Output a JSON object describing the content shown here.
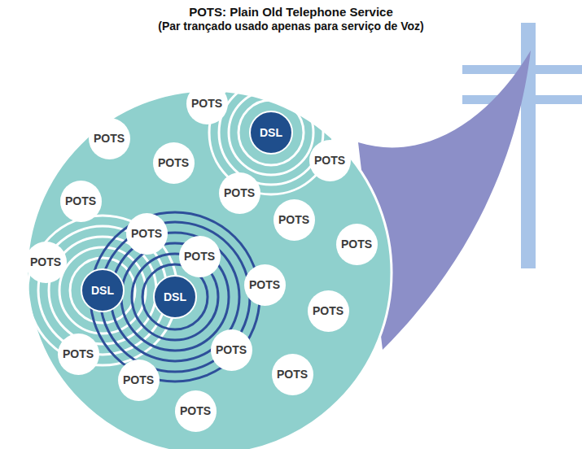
{
  "diagram": {
    "title": "POTS: Plain Old Telephone Service",
    "nodes": [
      {
        "text": [
          "POTS"
        ]
      },
      {
        "text": [
          "DSL"
        ]
      },
      {
        "text": [
          "POTS"
        ]
      },
      {
        "text": [
          "POTS"
        ]
      },
      {
        "text": [
          "POTS"
        ]
      },
      {
        "text": [
          "POTS"
        ]
      },
      {
        "text": [
          "POTS"
        ]
      },
      {
        "text": [
          "POTS"
        ]
      },
      {
        "text": [
          "POTS"
        ]
      },
      {
        "text": [
          "POTS"
        ]
      },
      {
        "text": [
          "POTS"
        ]
      },
      {
        "text": [
          "POTS"
        ]
      },
      {
        "text": [
          "POTS"
        ]
      },
      {
        "text": [
          "DSL"
        ]
      },
      {
        "text": [
          "DSL"
        ]
      },
      {
        "text": [
          "POTS"
        ]
      },
      {
        "text": [
          "POTS"
        ]
      },
      {
        "text": [
          "POTS"
        ]
      },
      {
        "text": [
          "POTS"
        ]
      },
      {
        "text": [
          "POTS"
        ]
      },
      {
        "text": [
          "POTS"
        ]
      }
    ],
    "labels": [
      "(Par trançado usado apenas para serviço de Voz)"
    ]
  }
}
